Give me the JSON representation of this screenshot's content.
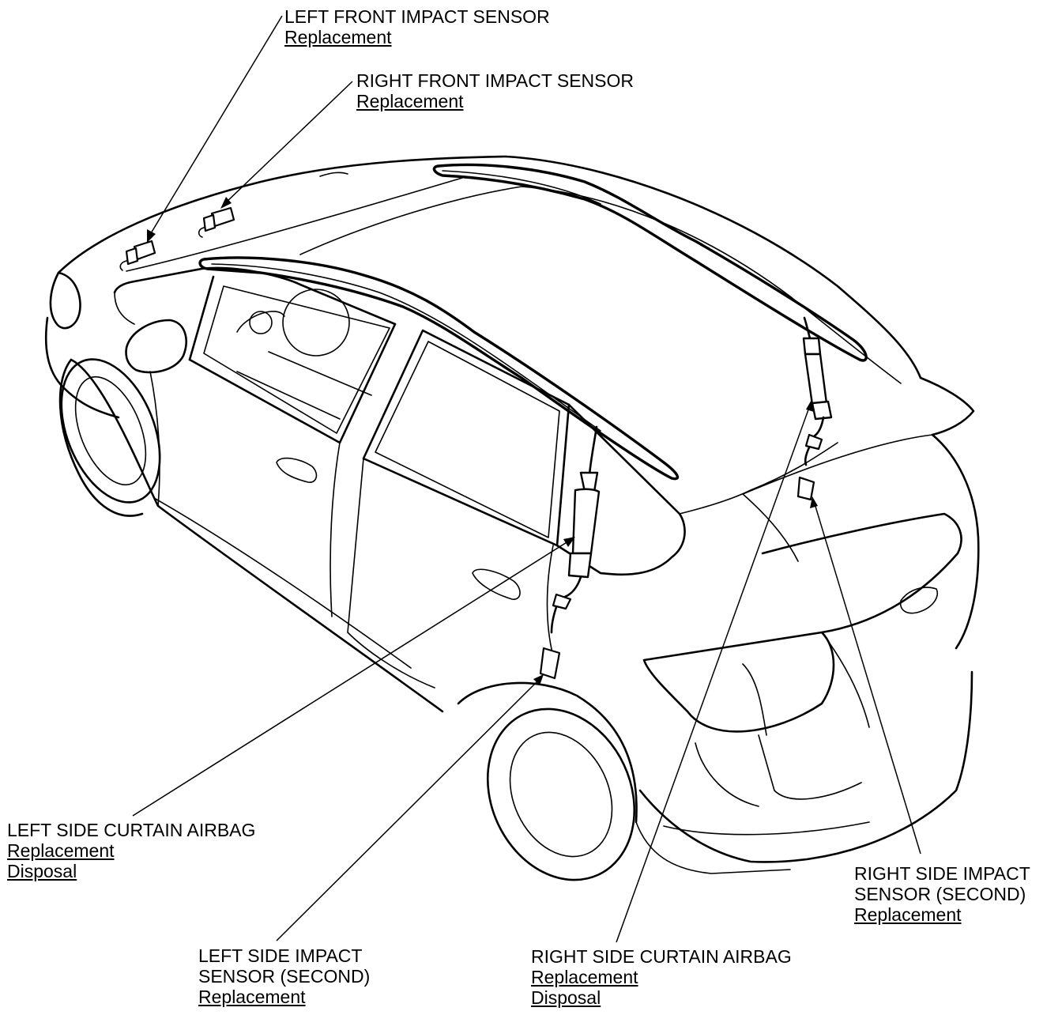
{
  "callouts": {
    "left_front_impact_sensor": {
      "title": "LEFT FRONT IMPACT SENSOR",
      "links": [
        "Replacement"
      ]
    },
    "right_front_impact_sensor": {
      "title": "RIGHT FRONT IMPACT SENSOR",
      "links": [
        "Replacement"
      ]
    },
    "left_side_curtain_airbag": {
      "title": "LEFT SIDE CURTAIN AIRBAG",
      "links": [
        "Replacement",
        "Disposal"
      ]
    },
    "left_side_impact_sensor": {
      "title_lines": [
        "LEFT SIDE IMPACT",
        "SENSOR (SECOND)"
      ],
      "links": [
        "Replacement"
      ]
    },
    "right_side_curtain_airbag": {
      "title": "RIGHT SIDE CURTAIN AIRBAG",
      "links": [
        "Replacement",
        "Disposal"
      ]
    },
    "right_side_impact_sensor": {
      "title_lines": [
        "RIGHT SIDE IMPACT",
        "SENSOR (SECOND)"
      ],
      "links": [
        "Replacement"
      ]
    }
  },
  "colors": {
    "line": "#000000",
    "background": "#ffffff"
  }
}
